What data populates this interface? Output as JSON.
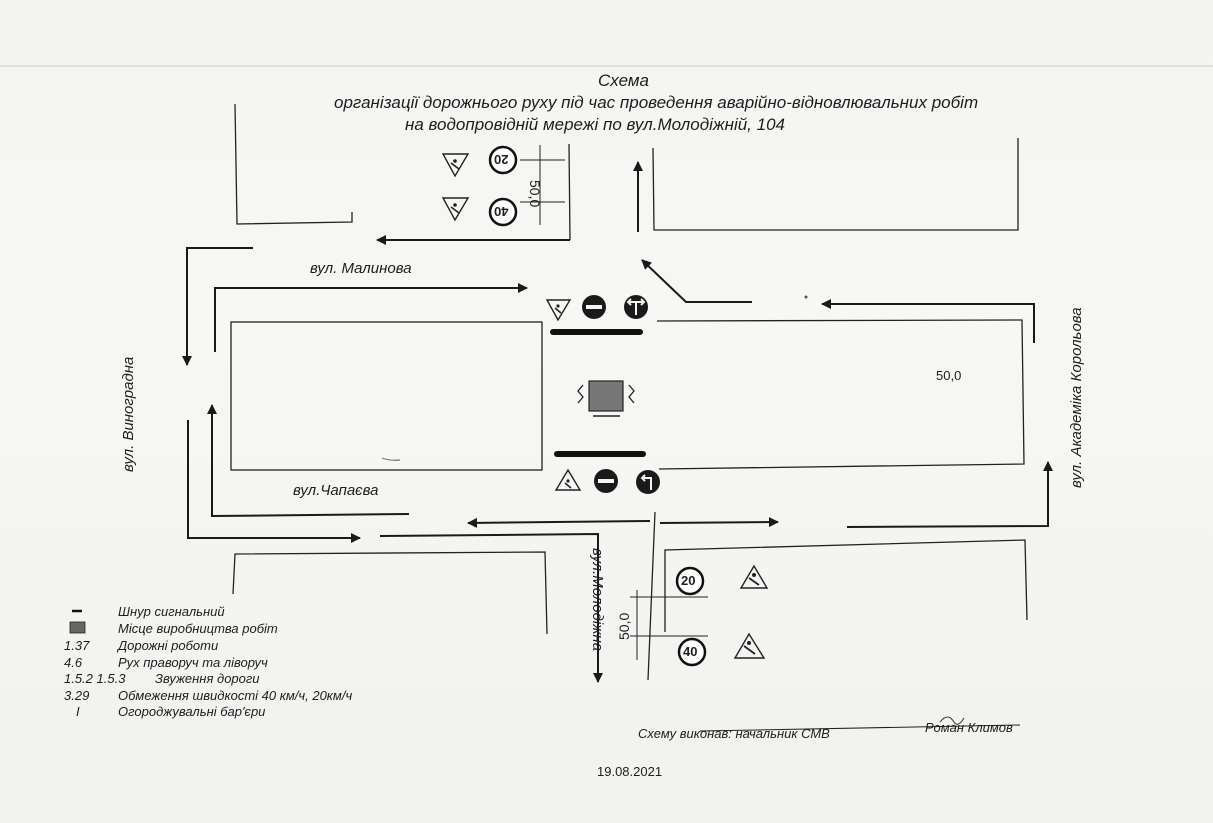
{
  "title": {
    "line1": "Схема",
    "line2": "організації  дорожнього руху під час проведення аварійно-відновлювальних робіт",
    "line3": "на водопровідній мережі по вул.Молодіжній, 104"
  },
  "streets": {
    "malynova": "вул. Малинова",
    "chapaeva": "вул.Чапаєва",
    "vynogradna": "вул. Виноградна",
    "molodizhna": "вул.Молодіжна",
    "koroleva": "вул. Академіка Корольова"
  },
  "distances": {
    "top_section": "50,0",
    "right_block": "50,0",
    "bottom_section": "50,0"
  },
  "signs": {
    "speed_20": "20",
    "speed_40": "40"
  },
  "legend": [
    {
      "code": "",
      "text": "Шнур сигнальний"
    },
    {
      "code": "",
      "text": "Місце виробництва робіт"
    },
    {
      "code": "1.37",
      "text": "Дорожні роботи"
    },
    {
      "code": "4.6",
      "text": "Рух праворуч та ліворуч"
    },
    {
      "code": "1.5.2  1.5.3",
      "text": "Звуження дороги"
    },
    {
      "code": "3.29",
      "text": "Обмеження швидкості 40 км/ч, 20км/ч"
    },
    {
      "code": "I",
      "text": "Огороджувальні бар'єри"
    }
  ],
  "footer": {
    "executed_by": "Схему виконав: начальник СМВ",
    "name": "Роман Климов",
    "date": "19.08.2021"
  },
  "colors": {
    "ink": "#1a1a1a",
    "paper": "#f4f4f2",
    "work_area": "#777777"
  }
}
